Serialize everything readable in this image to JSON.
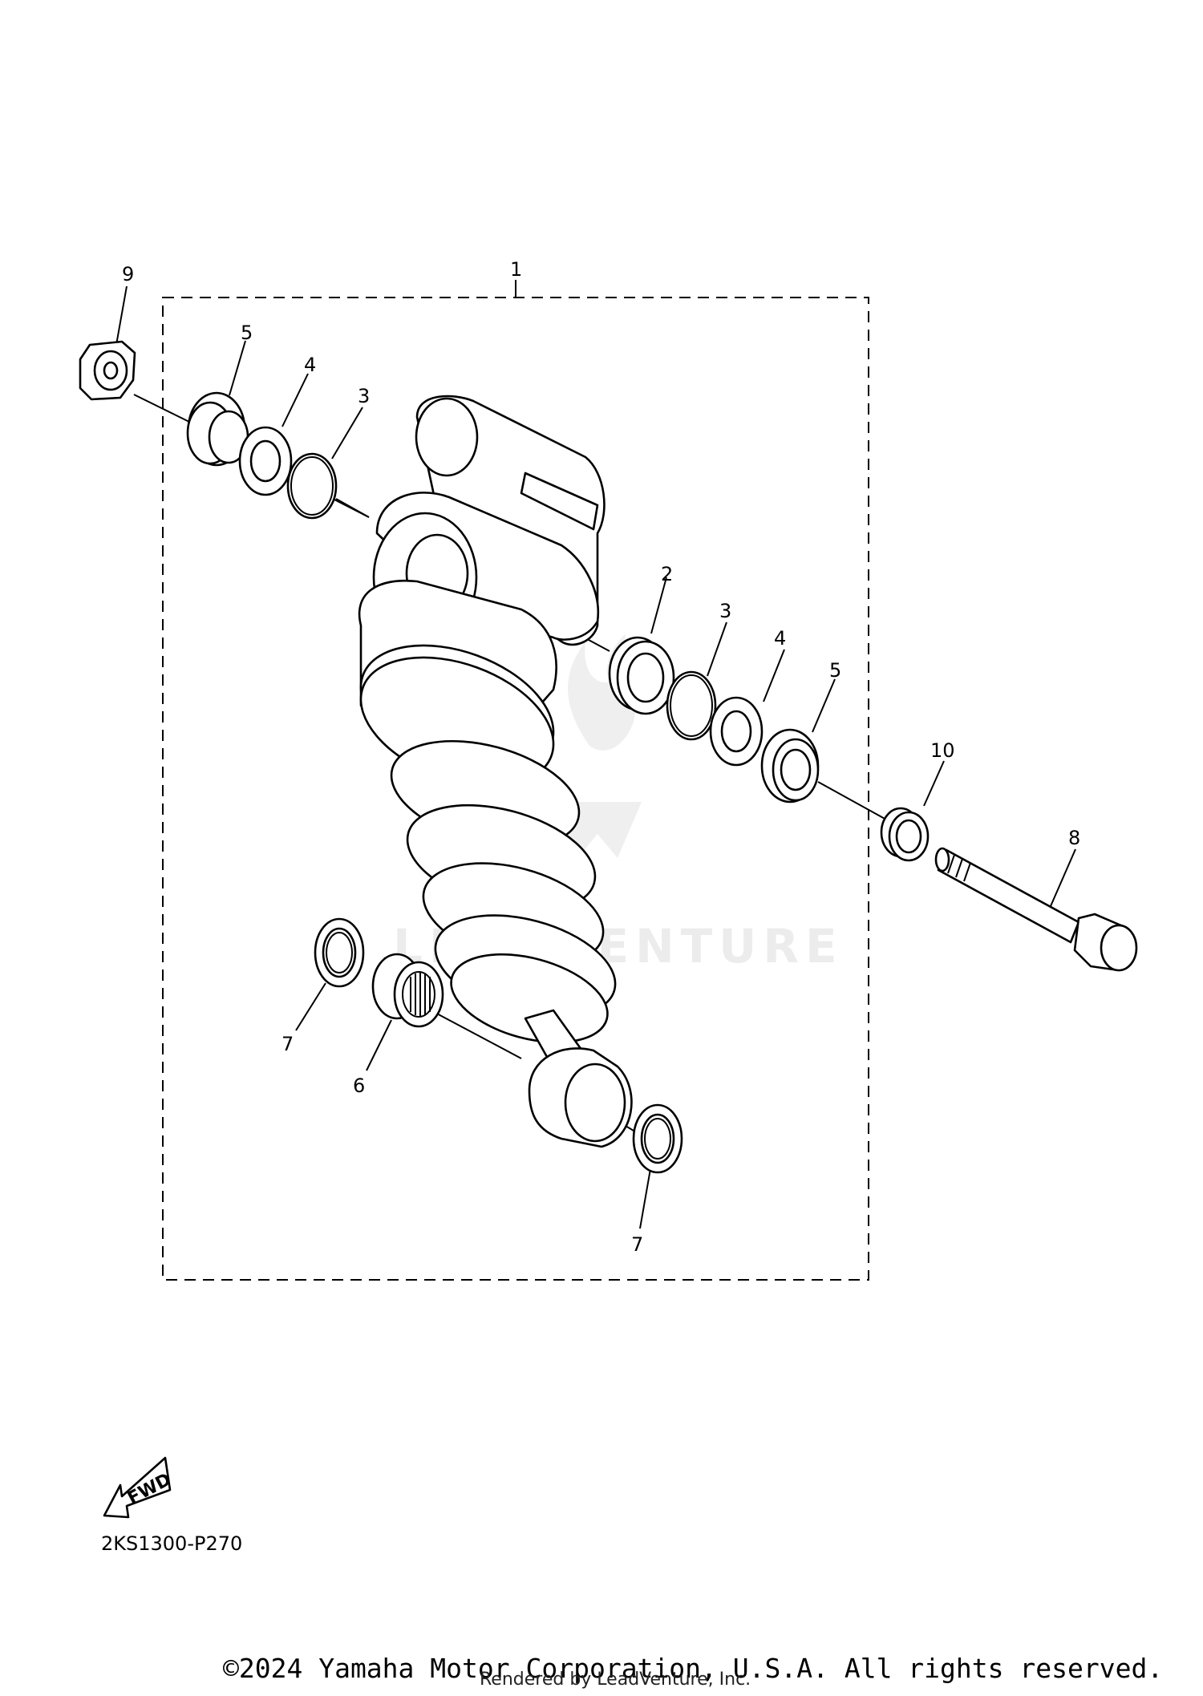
{
  "diagram": {
    "callouts": [
      {
        "id": "c1",
        "label": "1"
      },
      {
        "id": "c2",
        "label": "2"
      },
      {
        "id": "c3a",
        "label": "3"
      },
      {
        "id": "c3b",
        "label": "3"
      },
      {
        "id": "c4a",
        "label": "4"
      },
      {
        "id": "c4b",
        "label": "4"
      },
      {
        "id": "c5a",
        "label": "5"
      },
      {
        "id": "c5b",
        "label": "5"
      },
      {
        "id": "c6",
        "label": "6"
      },
      {
        "id": "c7a",
        "label": "7"
      },
      {
        "id": "c7b",
        "label": "7"
      },
      {
        "id": "c8",
        "label": "8"
      },
      {
        "id": "c9",
        "label": "9"
      },
      {
        "id": "c10",
        "label": "10"
      }
    ],
    "fwd_label": "FWD",
    "diagram_code": "2KS1300-P270",
    "watermark_text": "LEADVENTURE"
  },
  "footer": {
    "copyright": "©2024 Yamaha Motor Corporation, U.S.A. All rights reserved.",
    "rendered_by": "Rendered by LeadVenture, Inc."
  }
}
